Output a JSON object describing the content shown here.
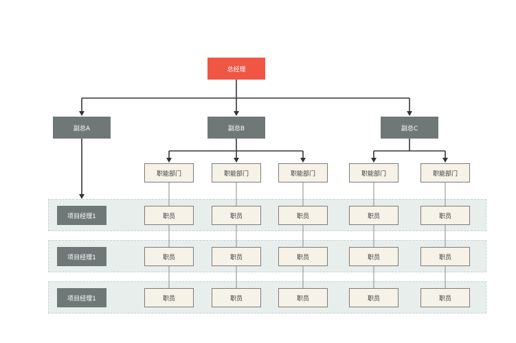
{
  "colors": {
    "ceo": "#ef5644",
    "vp": "#707777",
    "box": "#f6f2e8",
    "band": "#e8eeeb",
    "line": "#333333"
  },
  "ceo": {
    "label": "总经理"
  },
  "vps": [
    {
      "label": "副总A"
    },
    {
      "label": "副总B"
    },
    {
      "label": "副总C"
    }
  ],
  "departments": [
    {
      "label": "职能部门"
    },
    {
      "label": "职能部门"
    },
    {
      "label": "职能部门"
    },
    {
      "label": "职能部门"
    },
    {
      "label": "职能部门"
    }
  ],
  "rows": [
    {
      "manager": "项目经理1",
      "staff": [
        "职员",
        "职员",
        "职员",
        "职员",
        "职员"
      ]
    },
    {
      "manager": "项目经理1",
      "staff": [
        "职员",
        "职员",
        "职员",
        "职员",
        "职员"
      ]
    },
    {
      "manager": "项目经理1",
      "staff": [
        "职员",
        "职员",
        "职员",
        "职员",
        "职员"
      ]
    }
  ]
}
